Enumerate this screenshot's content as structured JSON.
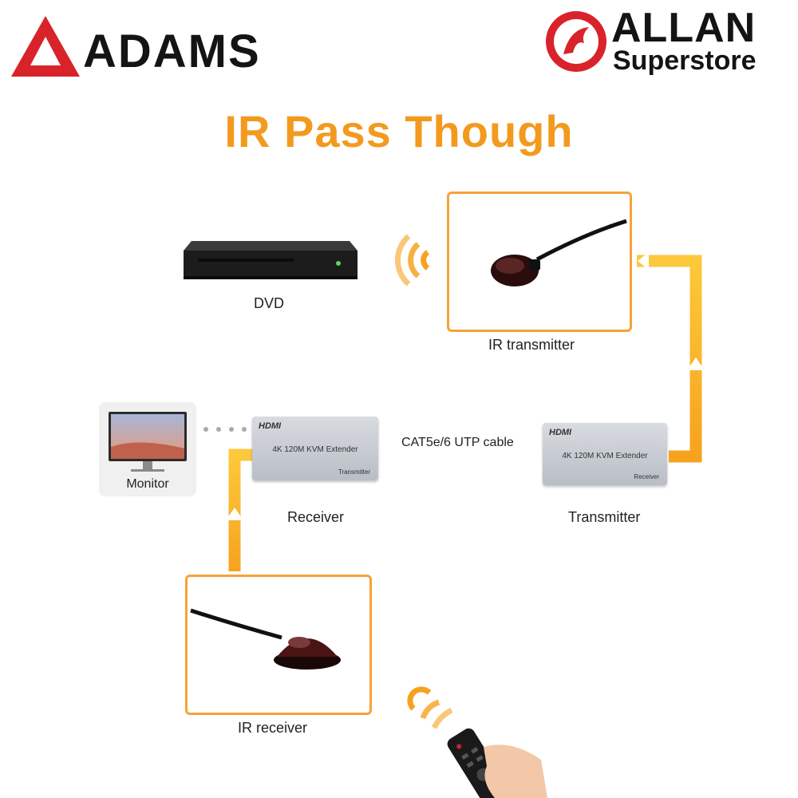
{
  "title": "IR Pass Though",
  "brands": {
    "left": "ADAMS",
    "right_top": "ALLAN",
    "right_bottom": "Superstore"
  },
  "labels": {
    "dvd": "DVD",
    "ir_transmitter": "IR transmitter",
    "monitor": "Monitor",
    "receiver": "Receiver",
    "transmitter": "Transmitter",
    "ir_receiver": "IR receiver",
    "cable": "CAT5e/6 UTP cable",
    "speed": "120M"
  },
  "devices": {
    "left": {
      "brand": "HDMI",
      "model": "4K 120M KVM Extender",
      "side": "Transmitter"
    },
    "right": {
      "brand": "HDMI",
      "model": "4K 120M KVM Extender",
      "side": "Receiver"
    }
  },
  "colors": {
    "accent": "#f39a1e",
    "path": "#fbb82d",
    "box_border": "#f7a23a",
    "brand_red": "#d9232a"
  }
}
